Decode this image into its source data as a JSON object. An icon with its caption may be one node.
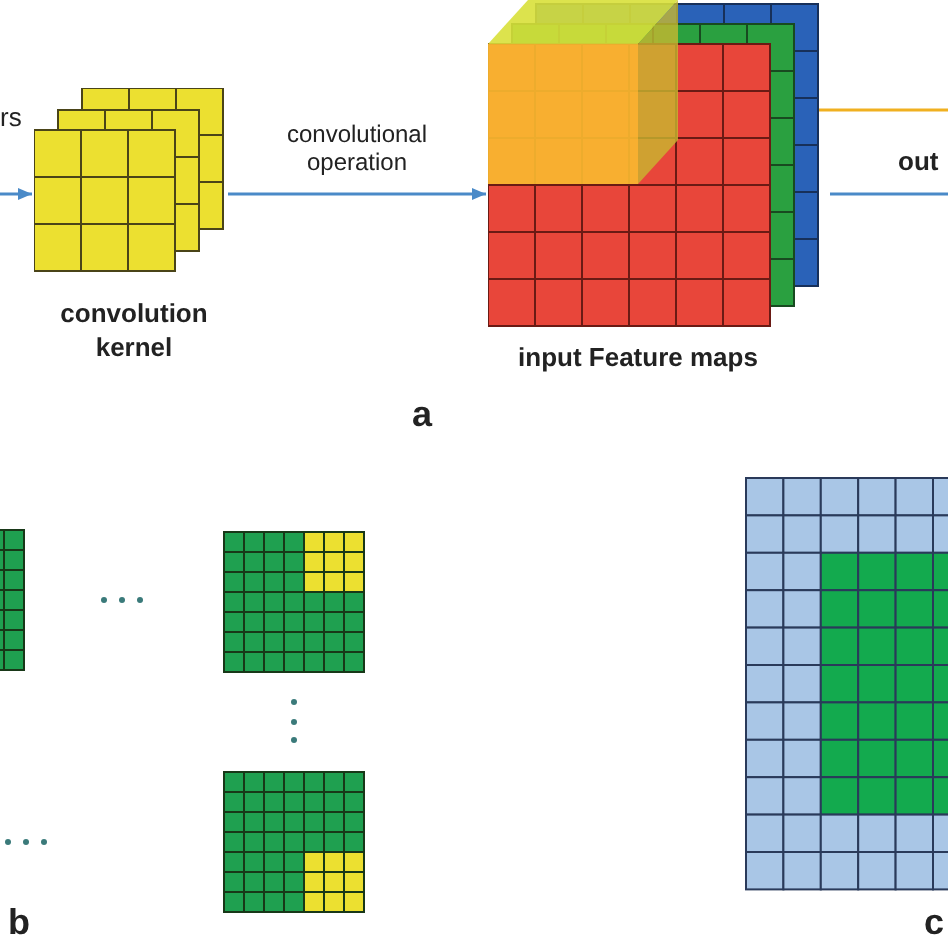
{
  "diagram": {
    "nodes": [
      {
        "text": [
          "convolution kernel"
        ]
      },
      {
        "text": [
          "input Feature maps"
        ]
      }
    ],
    "edges": [
      {
        "from": null,
        "to": 0,
        "arrow": "to"
      },
      {
        "from": 0,
        "to": 1,
        "arrow": "to",
        "label": "convolutional operation"
      },
      {
        "from": 1,
        "to": null,
        "arrow": "none"
      }
    ],
    "labels": [
      "rs",
      "out",
      "a",
      "b",
      "c"
    ]
  }
}
